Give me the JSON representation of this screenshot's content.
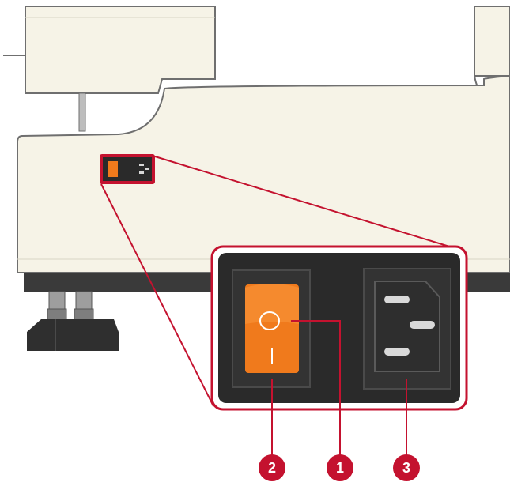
{
  "callouts": [
    {
      "id": "power-switch-o-position",
      "number": "1"
    },
    {
      "id": "power-switch",
      "number": "2"
    },
    {
      "id": "power-socket",
      "number": "3"
    }
  ],
  "switch": {
    "off_symbol": "O",
    "on_symbol": "I"
  },
  "colors": {
    "machine_body": "#f6f3e7",
    "machine_outline": "#6f6f6f",
    "base_dark": "#3a3a3a",
    "panel_dark": "#2a2a2a",
    "switch_orange": "#f07a1c",
    "callout_red": "#c4122f",
    "socket_pin": "#d9d9d9"
  }
}
